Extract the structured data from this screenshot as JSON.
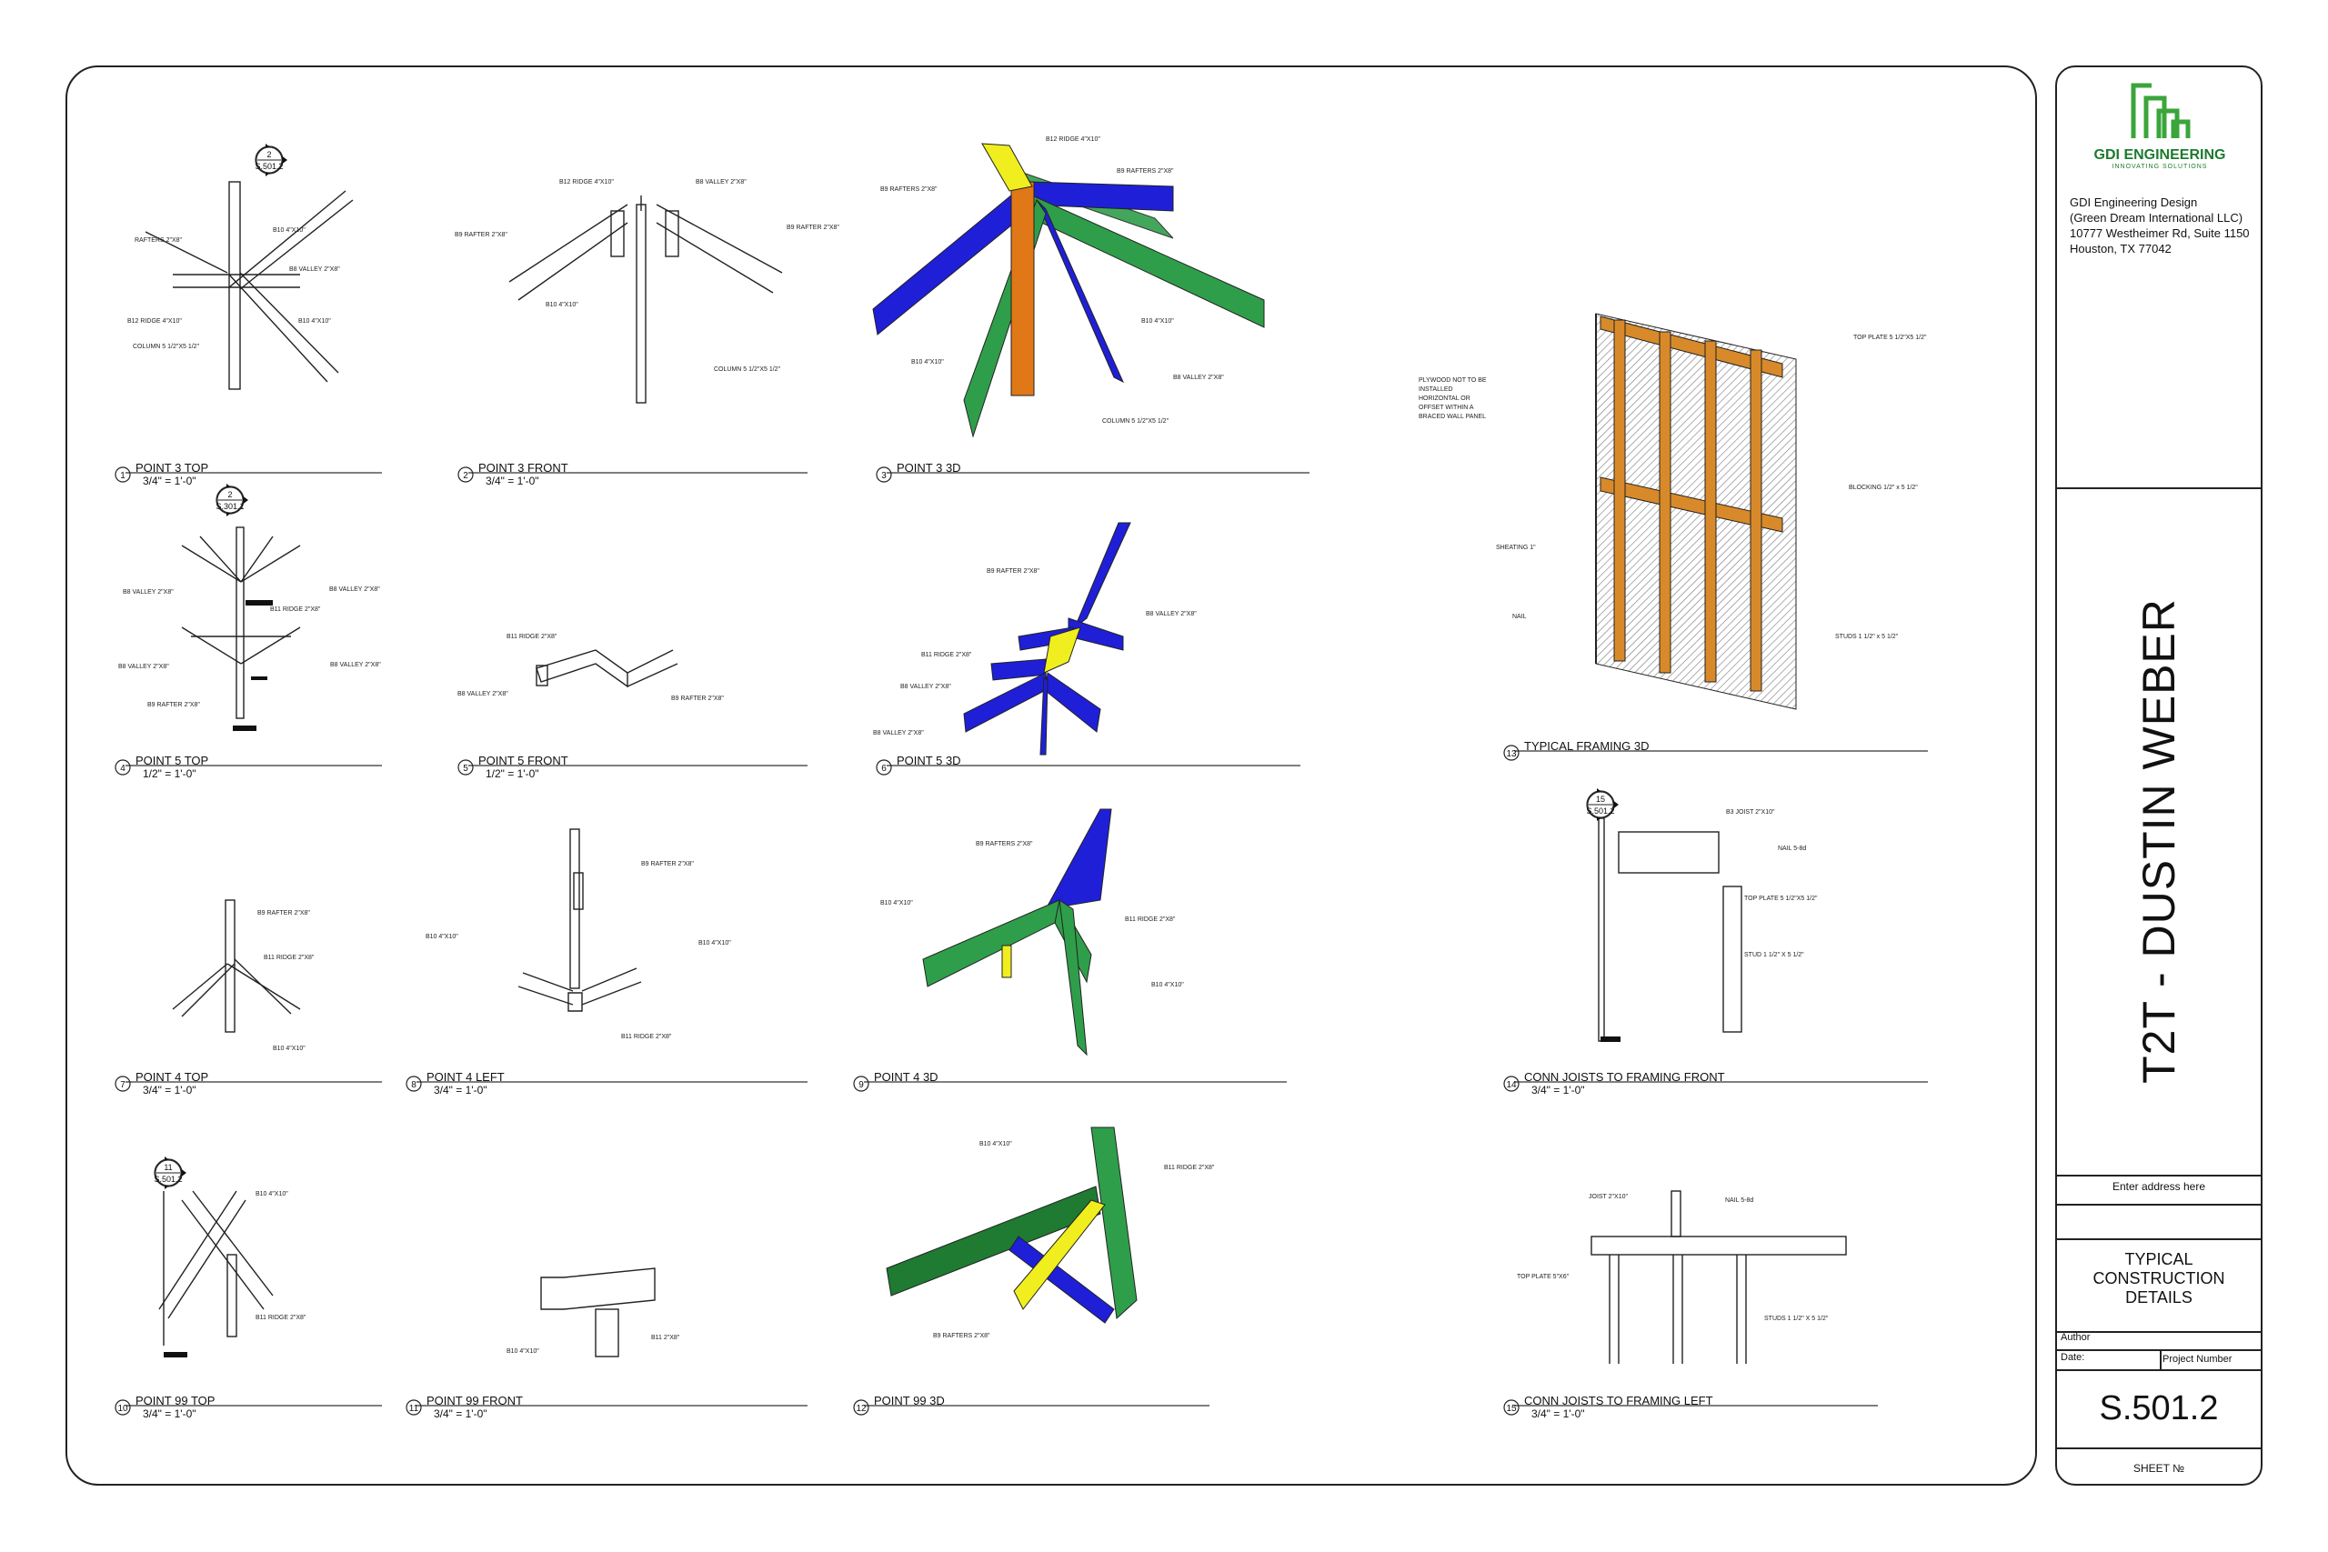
{
  "project": {
    "title": "T2T - DUSTIN WEBER"
  },
  "firm": {
    "name": "GDI ENGINEERING",
    "tagline": "INNOVATING SOLUTIONS",
    "address_lines": [
      "GDI Engineering Design",
      "(Green Dream International LLC)",
      "10777 Westheimer Rd, Suite 1150",
      "Houston, TX 77042"
    ]
  },
  "titleblock": {
    "address_placeholder": "Enter address here",
    "sheet_title_lines": [
      "TYPICAL",
      "CONSTRUCTION",
      "DETAILS"
    ],
    "author_label": "Author",
    "date_label": "Date:",
    "project_number_label": "Project Number",
    "sheet_number": "S.501.2",
    "sheet_no_label": "SHEET №"
  },
  "colors": {
    "blue": "#1f1fd8",
    "green": "#2f9e4a",
    "dkgreen": "#1f7a32",
    "yellow": "#f0ee1e",
    "orange": "#e07818",
    "wood": "#d88a2a"
  },
  "views": [
    {
      "num": "1",
      "title": "POINT 3 TOP",
      "scale": "3/4\" = 1'-0\""
    },
    {
      "num": "2",
      "title": "POINT 3 FRONT",
      "scale": "3/4\" = 1'-0\""
    },
    {
      "num": "3",
      "title": "POINT 3 3D",
      "scale": ""
    },
    {
      "num": "4",
      "title": "POINT 5 TOP",
      "scale": "1/2\" = 1'-0\""
    },
    {
      "num": "5",
      "title": "POINT 5 FRONT",
      "scale": "1/2\" = 1'-0\""
    },
    {
      "num": "6",
      "title": "POINT 5 3D",
      "scale": ""
    },
    {
      "num": "7",
      "title": "POINT 4 TOP",
      "scale": "3/4\" = 1'-0\""
    },
    {
      "num": "8",
      "title": "POINT 4 LEFT",
      "scale": "3/4\" = 1'-0\""
    },
    {
      "num": "9",
      "title": "POINT 4 3D",
      "scale": ""
    },
    {
      "num": "10",
      "title": "POINT 99 TOP",
      "scale": "3/4\" = 1'-0\""
    },
    {
      "num": "11",
      "title": "POINT 99 FRONT",
      "scale": "3/4\" = 1'-0\""
    },
    {
      "num": "12",
      "title": "POINT 99 3D",
      "scale": ""
    },
    {
      "num": "13",
      "title": "TYPICAL FRAMING 3D",
      "scale": ""
    },
    {
      "num": "14",
      "title": "CONN JOISTS TO FRAMING FRONT",
      "scale": "3/4\" = 1'-0\""
    },
    {
      "num": "15",
      "title": "CONN JOISTS TO FRAMING LEFT",
      "scale": "3/4\" = 1'-0\""
    }
  ],
  "section_tags": [
    {
      "top": "2",
      "bottom": "S.501.2"
    },
    {
      "top": "2",
      "bottom": "S.301.1"
    },
    {
      "top": "11",
      "bottom": "S.501.2"
    },
    {
      "top": "15",
      "bottom": "S.501.2"
    }
  ],
  "notes": {
    "v1": [
      "RAFTERS 2\"X8\"",
      "B10 4\"X10\"",
      "B8 VALLEY 2\"X8\"",
      "B12 RIDGE 4\"X10\"",
      "COLUMN 5 1/2\"X5 1/2\"",
      "B10 4\"X10\""
    ],
    "v2": [
      "B12 RIDGE 4\"X10\"",
      "B8 VALLEY 2\"X8\"",
      "B9 RAFTER 2\"X8\"",
      "B9 RAFTER 2\"X8\"",
      "B10 4\"X10\"",
      "COLUMN 5 1/2\"X5 1/2\""
    ],
    "v3": [
      "B12 RIDGE 4\"X10\"",
      "B9 RAFTERS 2\"X8\"",
      "B9 RAFTERS 2\"X8\"",
      "B10 4\"X10\"",
      "B10 4\"X10\"",
      "B8 VALLEY 2\"X8\"",
      "COLUMN 5 1/2\"X5 1/2\""
    ],
    "v4": [
      "B8 VALLEY 2\"X8\"",
      "B8 VALLEY 2\"X8\"",
      "B11 RIDGE 2\"X8\"",
      "B8 VALLEY 2\"X8\"",
      "B8 VALLEY 2\"X8\"",
      "B9 RAFTER 2\"X8\""
    ],
    "v5": [
      "B11 RIDGE 2\"X8\"",
      "B8 VALLEY 2\"X8\"",
      "B9 RAFTER 2\"X8\""
    ],
    "v6": [
      "B9 RAFTER 2\"X8\"",
      "B8 VALLEY 2\"X8\"",
      "B11 RIDGE 2\"X8\"",
      "B8 VALLEY 2\"X8\"",
      "B8 VALLEY 2\"X8\""
    ],
    "v7": [
      "B9 RAFTER 2\"X8\"",
      "B11 RIDGE 2\"X8\"",
      "B10 4\"X10\""
    ],
    "v8": [
      "B9 RAFTER 2\"X8\"",
      "B10 4\"X10\"",
      "B10 4\"X10\"",
      "B11 RIDGE 2\"X8\""
    ],
    "v9": [
      "B9 RAFTERS 2\"X8\"",
      "B10 4\"X10\"",
      "B11 RIDGE 2\"X8\"",
      "B10 4\"X10\""
    ],
    "v10": [
      "B10 4\"X10\"",
      "B11 RIDGE 2\"X8\""
    ],
    "v11": [
      "B10 4\"X10\"",
      "B11 2\"X8\""
    ],
    "v12": [
      "B10 4\"X10\"",
      "B11 RIDGE 2\"X8\"",
      "B9 RAFTERS 2\"X8\""
    ],
    "v13": [
      "PLYWOOD NOT TO BE",
      "INSTALLED",
      "HORIZONTAL OR",
      "OFFSET WITHIN A",
      "BRACED WALL PANEL",
      "TOP PLATE 5 1/2\"X5 1/2\"",
      "BLOCKING 1/2\" x 5 1/2\"",
      "SHEATING 1\"",
      "NAIL",
      "STUDS 1 1/2\" x 5 1/2\""
    ],
    "v14": [
      "B3 JOIST 2\"X10\"",
      "NAIL 5-8d",
      "TOP PLATE 5 1/2\"X5 1/2\"",
      "STUD 1 1/2\" X 5 1/2\""
    ],
    "v15": [
      "JOIST 2\"X10\"",
      "NAIL 5-8d",
      "TOP PLATE 5\"X6\"",
      "STUDS 1 1/2\" X 5 1/2\""
    ]
  }
}
